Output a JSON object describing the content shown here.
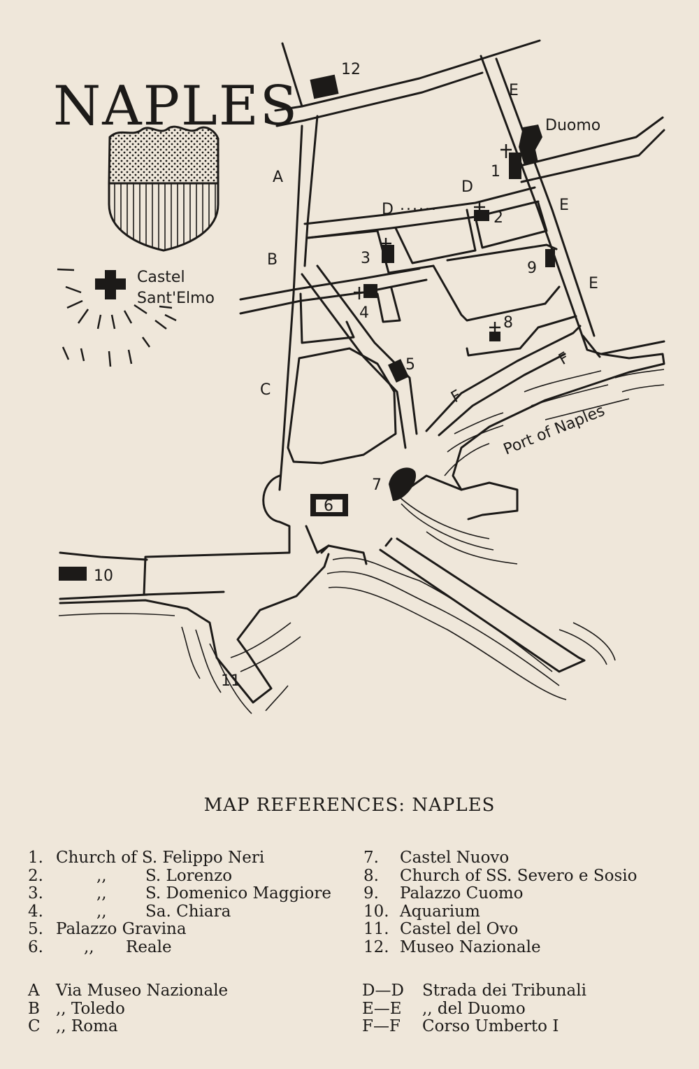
{
  "map": {
    "title": "NAPLES",
    "castle_label_1": "Castel",
    "castle_label_2": "Sant'Elmo",
    "duomo_label": "Duomo",
    "port_label": "Port of Naples",
    "street_letters": [
      "A",
      "B",
      "C",
      "D",
      "D",
      "E",
      "E",
      "E",
      "F",
      "F"
    ],
    "landmark_numbers": [
      "1",
      "2",
      "3",
      "4",
      "5",
      "6",
      "7",
      "8",
      "9",
      "10",
      "11",
      "12"
    ]
  },
  "references": {
    "title": "MAP REFERENCES:  NAPLES",
    "left": [
      {
        "num": "1.",
        "indent": "",
        "text": "Church of S. Felippo Neri"
      },
      {
        "num": "2.",
        "indent": ",,",
        "text": "S. Lorenzo"
      },
      {
        "num": "3.",
        "indent": ",,",
        "text": "S. Domenico Maggiore"
      },
      {
        "num": "4.",
        "indent": ",,",
        "text": "Sa. Chiara"
      },
      {
        "num": "5.",
        "indent": "",
        "text": "Palazzo Gravina"
      },
      {
        "num": "6.",
        "indent": ",,",
        "text": "Reale"
      }
    ],
    "right": [
      {
        "num": "7.",
        "text": "Castel Nuovo"
      },
      {
        "num": "8.",
        "text": "Church of SS. Severo e Sosio"
      },
      {
        "num": "9.",
        "text": "Palazzo Cuomo"
      },
      {
        "num": "10.",
        "text": "Aquarium"
      },
      {
        "num": "11.",
        "text": "Castel del Ovo"
      },
      {
        "num": "12.",
        "text": "Museo Nazionale"
      }
    ],
    "streets_left": [
      {
        "key": "A",
        "text": "Via Museo Nazionale"
      },
      {
        "key": "B",
        "text": ",,  Toledo"
      },
      {
        "key": "C",
        "text": ",,  Roma"
      }
    ],
    "streets_right": [
      {
        "key": "D—D",
        "text": "Strada dei Tribunali"
      },
      {
        "key": "E—E",
        "text": ",,      del Duomo"
      },
      {
        "key": "F—F",
        "text": "Corso Umberto I"
      }
    ]
  },
  "colors": {
    "paper": "#efe7da",
    "ink": "#1c1a18"
  }
}
